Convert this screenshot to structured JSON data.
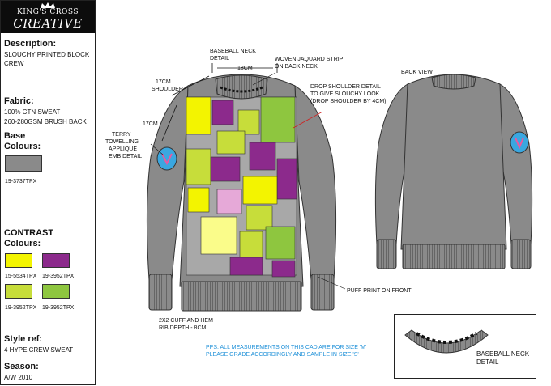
{
  "logo": {
    "line1": "KING'S CROSS",
    "line2": "CREATIVE"
  },
  "sidebar": {
    "description_heading": "Description:",
    "description": [
      "SLOUCHY PRINTED BLOCK",
      "CREW"
    ],
    "fabric_heading": "Fabric:",
    "fabric": [
      "100% CTN SWEAT",
      "260-280GSM BRUSH BACK"
    ],
    "base_heading": [
      "Base",
      "Colours:"
    ],
    "base_swatch": {
      "color": "#8a8a8a",
      "code": "19-3737TPX"
    },
    "contrast_heading": [
      "CONTRAST",
      "Colours:"
    ],
    "contrast_swatches": [
      {
        "color": "#f3f400",
        "code": "15-5534TPX"
      },
      {
        "color": "#8c2a8c",
        "code": "19-3952TPX"
      },
      {
        "color": "#c7dd3a",
        "code": "19-3952TPX"
      },
      {
        "color": "#8ec63f",
        "code": "19-3952TPX"
      }
    ],
    "style_heading": "Style ref:",
    "style_ref": "4 HYPE CREW SWEAT",
    "season_heading": "Season:",
    "season": "A/W 2010"
  },
  "annotations": {
    "baseball_neck": [
      "BASEBALL NECK",
      "DETAIL"
    ],
    "neck_width": "18CM",
    "woven_strip": [
      "WOVEN JAQUARD STRIP",
      "ON BACK NECK"
    ],
    "shoulder": [
      "17CM",
      "SHOULDER"
    ],
    "sleeve": "17CM",
    "drop_shoulder": [
      "DROP SHOULDER DETAIL",
      "TO GIVE SLOUCHY LOOK",
      "(DROP SHOULDER BY 4CM)"
    ],
    "terry": [
      "TERRY",
      "TOWELLING",
      "APPLIQUE",
      "EMB DETAIL"
    ],
    "back_view": "BACK VIEW",
    "puff_print": "PUFF PRINT ON FRONT",
    "cuff_hem": [
      "2X2 CUFF AND HEM",
      "RIB DEPTH - 8CM"
    ],
    "pps_note": [
      "PPS: ALL MEASUREMENTS ON THIS CAD ARE FOR SIZE 'M'",
      "PLEASE GRADE ACCORDINGLY AND SAMPLE IN SIZE 'S'"
    ],
    "baseball_detail": [
      "BASEBALL NECK",
      "DETAIL"
    ]
  },
  "colors": {
    "grey": "#8a8a8a",
    "dark_grey": "#6e6e6e",
    "yellow": "#f3f400",
    "purple": "#8c2a8c",
    "lime": "#c7dd3a",
    "green": "#8ec63f",
    "pink": "#e6a9d8",
    "light_yellow": "#fafc8a",
    "blue": "#3aa7e0"
  }
}
